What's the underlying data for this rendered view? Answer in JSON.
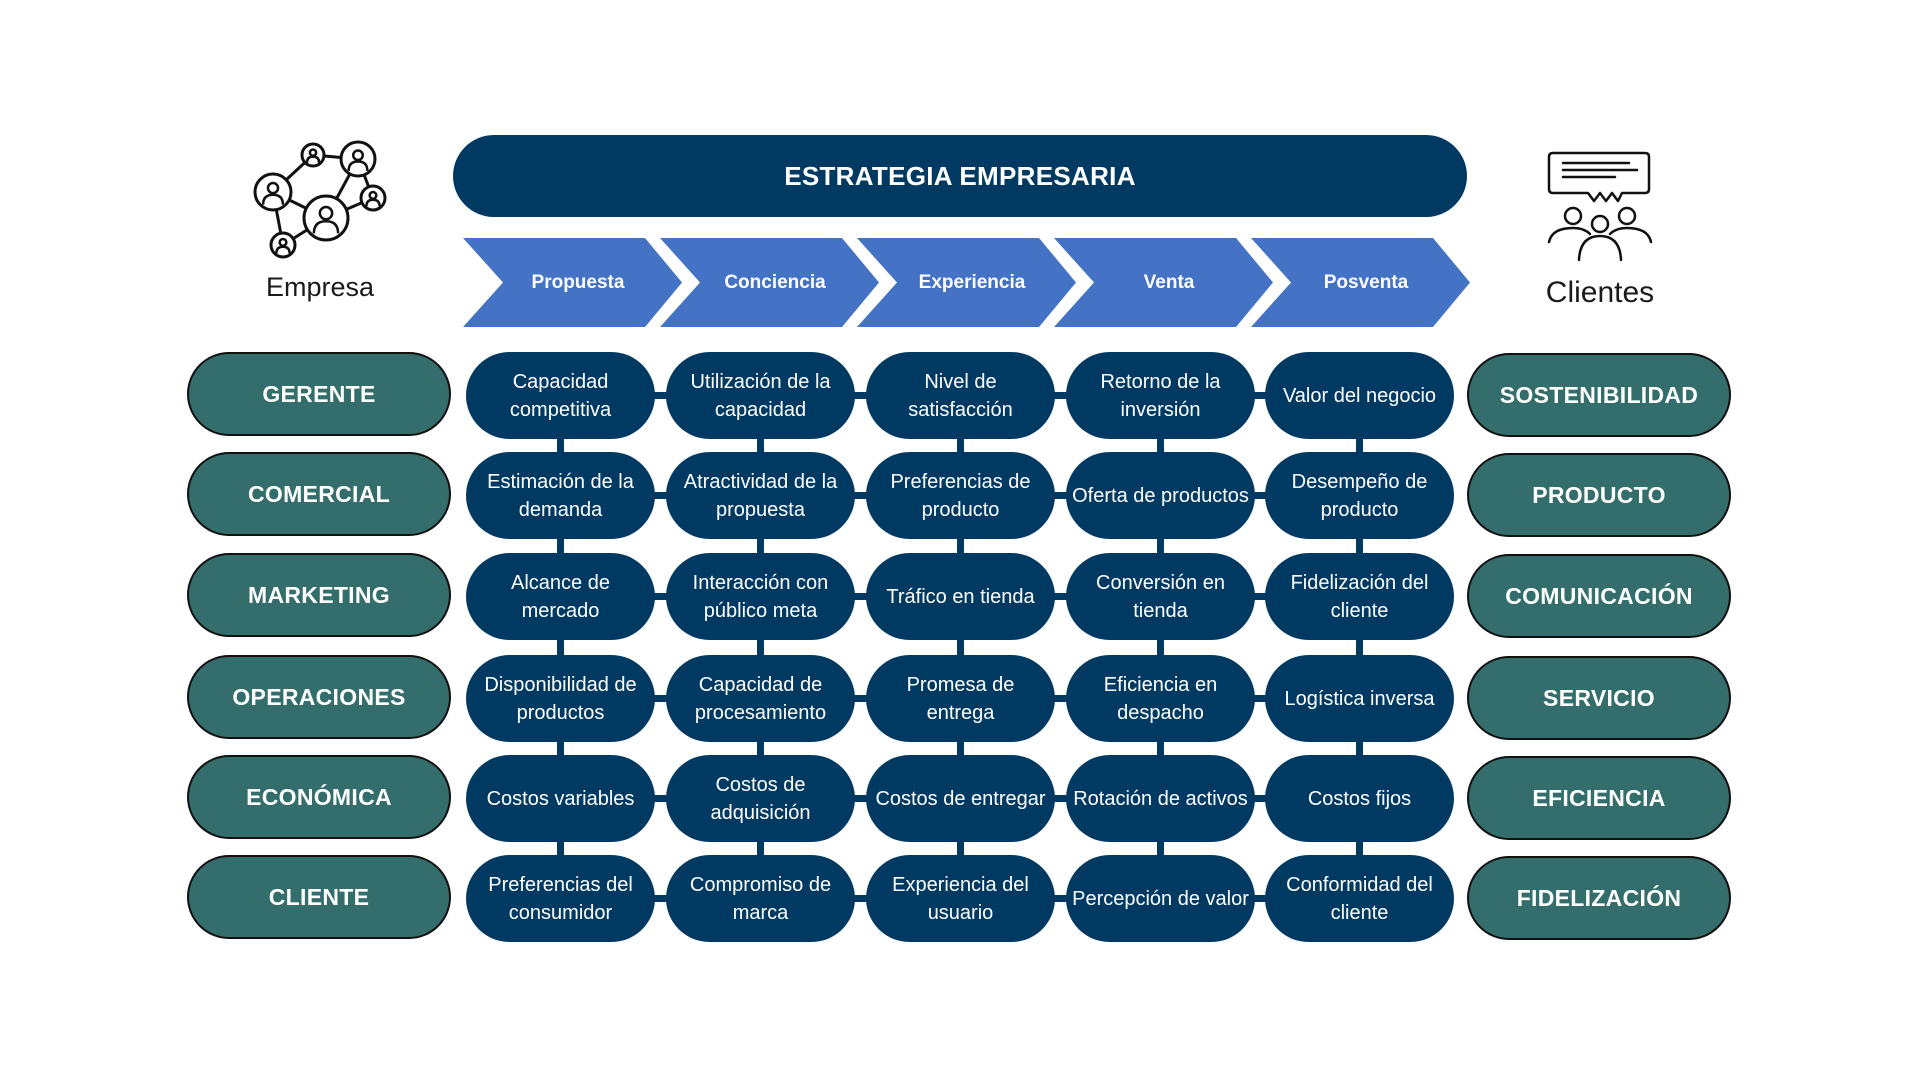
{
  "left_entity": {
    "label": "Empresa",
    "icon": "network-people-icon"
  },
  "right_entity": {
    "label": "Clientes",
    "icon": "audience-speech-bubble-icon"
  },
  "banner": {
    "title": "ESTRATEGIA EMPRESARIA"
  },
  "stages": [
    "Propuesta",
    "Conciencia",
    "Experiencia",
    "Venta",
    "Posventa"
  ],
  "left_labels": [
    "GERENTE",
    "COMERCIAL",
    "MARKETING",
    "OPERACIONES",
    "ECONÓMICA",
    "CLIENTE"
  ],
  "right_labels": [
    "SOSTENIBILIDAD",
    "PRODUCTO",
    "COMUNICACIÓN",
    "SERVICIO",
    "EFICIENCIA",
    "FIDELIZACIÓN"
  ],
  "grid": [
    [
      "Capacidad competitiva",
      "Utilización de la capacidad",
      "Nivel de satisfacción",
      "Retorno de la inversión",
      "Valor del negocio"
    ],
    [
      "Estimación de la demanda",
      "Atractividad de la propuesta",
      "Preferencias de producto",
      "Oferta de productos",
      "Desempeño de producto"
    ],
    [
      "Alcance de mercado",
      "Interacción con público meta",
      "Tráfico en tienda",
      "Conversión en tienda",
      "Fidelización del cliente"
    ],
    [
      "Disponibilidad de productos",
      "Capacidad de procesamiento",
      "Promesa de entrega",
      "Eficiencia en despacho",
      "Logística inversa"
    ],
    [
      "Costos variables",
      "Costos de adquisición",
      "Costos de entregar",
      "Rotación de activos",
      "Costos fijos"
    ],
    [
      "Preferencias del consumidor",
      "Compromiso de marca",
      "Experiencia del usuario",
      "Percepción de valor",
      "Conformidad del cliente"
    ]
  ],
  "colors": {
    "navy": "#003A63",
    "teal": "#336E6C",
    "chevron": "#4472C4",
    "outline": "#111111"
  }
}
